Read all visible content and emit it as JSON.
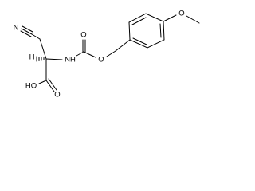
{
  "molecule": {
    "atoms": {
      "nitrile_n": "N",
      "carbamate_o_double": "O",
      "ester_o": "O",
      "methoxy_o": "O",
      "amide_nh": "NH",
      "hydroxyl": "HO",
      "acid_o_double": "O",
      "stereo_h": "H"
    }
  }
}
